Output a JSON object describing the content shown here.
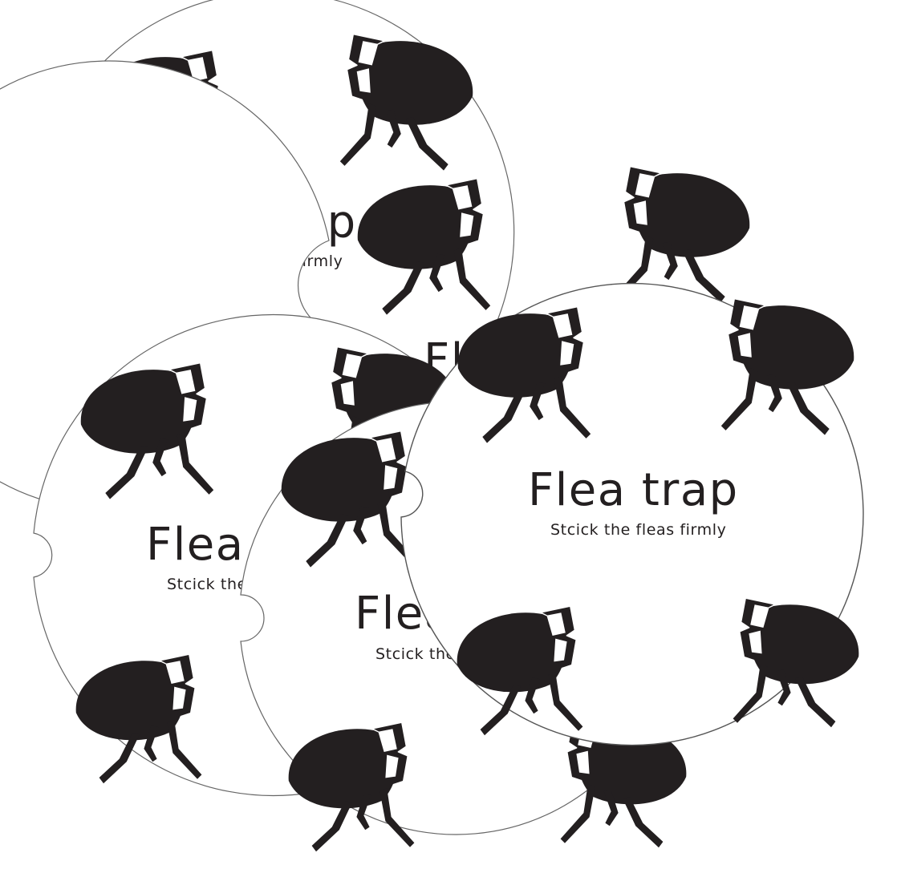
{
  "product": {
    "title": "Flea trap",
    "subtitle": "Stcick the fleas firmly",
    "ink_color": "#231f20",
    "pad_color": "#ffffff",
    "edge_color": "#555555"
  },
  "pads": [
    {
      "id": "pad-back-top-left"
    },
    {
      "id": "pad-back-top-right"
    },
    {
      "id": "pad-middle-left"
    },
    {
      "id": "pad-middle-center"
    },
    {
      "id": "pad-front-right"
    }
  ]
}
